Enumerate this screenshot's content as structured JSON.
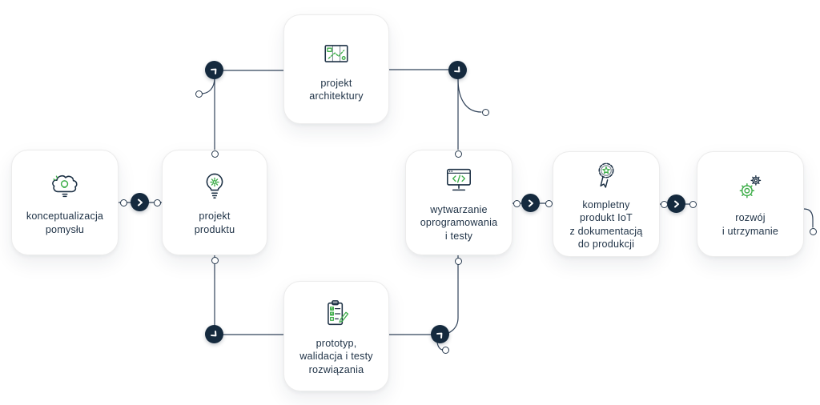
{
  "diagram": {
    "steps": [
      {
        "label": "konceptualizacja\npomysłu",
        "icon": "thought-cloud-bulb-icon"
      },
      {
        "label": "projekt\nproduktu",
        "icon": "bulb-gear-icon"
      },
      {
        "label": "projekt\narchitektury",
        "icon": "architecture-plan-icon"
      },
      {
        "label": "prototyp,\nwalidacja i testy\nrozwiązania",
        "icon": "clipboard-checklist-icon"
      },
      {
        "label": "wytwarzanie\noprogramowania\ni testy",
        "icon": "monitor-code-icon"
      },
      {
        "label": "kompletny\nprodukt IoT\nz dokumentacją\ndo produkcji",
        "icon": "award-badge-icon"
      },
      {
        "label": "rozwój\ni utrzymanie",
        "icon": "maintenance-gears-icon"
      }
    ],
    "colors": {
      "navy": "#1d3145",
      "green": "#3fae4a",
      "line": "#31435a",
      "box_border": "#ececec",
      "node_fill": "#152a3e"
    }
  }
}
